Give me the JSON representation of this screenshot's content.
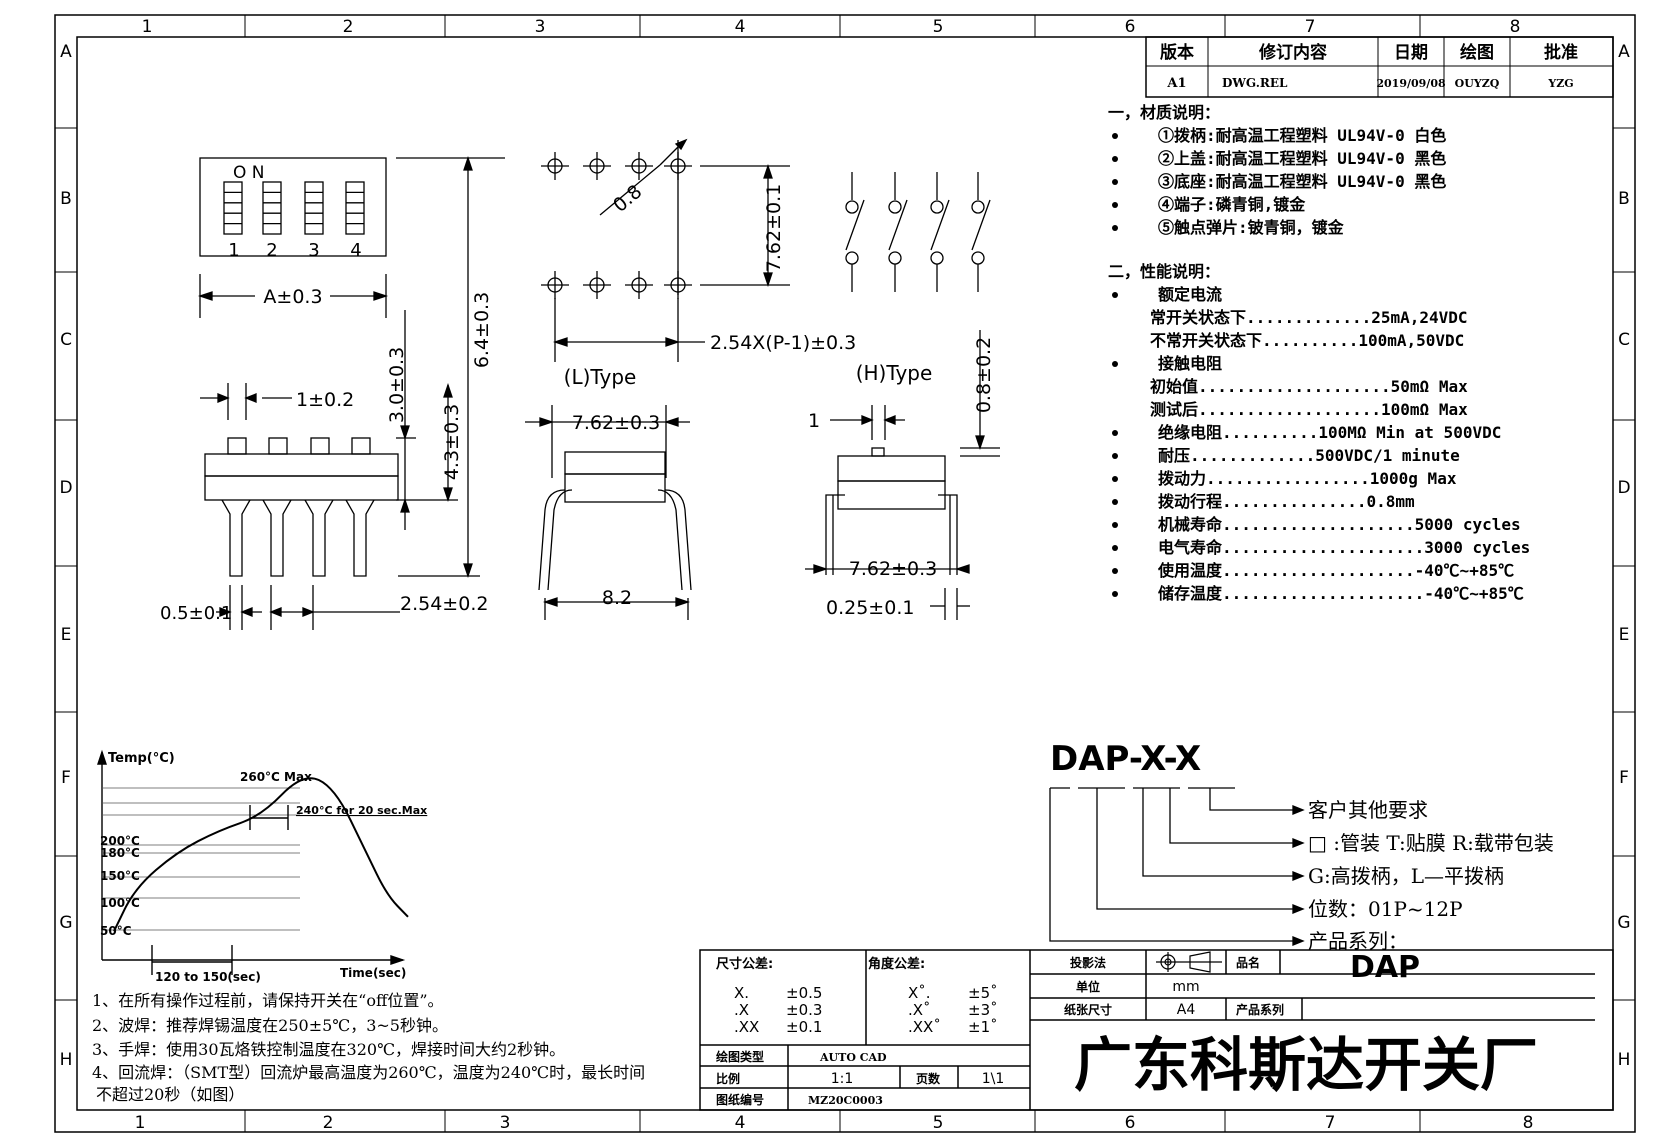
{
  "frame": {
    "columns": [
      "1",
      "2",
      "3",
      "4",
      "5",
      "6",
      "7",
      "8"
    ],
    "rows": [
      "A",
      "B",
      "C",
      "D",
      "E",
      "F",
      "G",
      "H"
    ]
  },
  "revision_table": {
    "headers": [
      "版本",
      "修订内容",
      "日期",
      "绘图",
      "批准"
    ],
    "row": [
      "A1",
      "DWG.REL",
      "2019/09/08",
      "OUYZQ",
      "YZG"
    ]
  },
  "materials": {
    "heading": "一，材质说明：",
    "items": [
      "①拨柄:耐高温工程塑料 UL94V-0 白色",
      "②上盖:耐高温工程塑料 UL94V-0 黑色",
      "③底座:耐高温工程塑料 UL94V-0 黑色",
      "④端子:磷青铜,镀金",
      "⑤触点弹片:铍青铜，镀金"
    ]
  },
  "performance": {
    "heading": "二，性能说明：",
    "lines": [
      {
        "bullet": true,
        "text": "额定电流"
      },
      {
        "bullet": false,
        "text": "常开关状态下.............25mA,24VDC"
      },
      {
        "bullet": false,
        "text": "不常开关状态下..........100mA,50VDC"
      },
      {
        "bullet": true,
        "text": "接触电阻"
      },
      {
        "bullet": false,
        "text": "初始值....................50mΩ Max"
      },
      {
        "bullet": false,
        "text": "测试后...................100mΩ Max"
      },
      {
        "bullet": true,
        "text": "绝缘电阻..........100MΩ Min at 500VDC"
      },
      {
        "bullet": true,
        "text": "耐压.............500VDC/1 minute"
      },
      {
        "bullet": true,
        "text": "拨动力.................1000g Max"
      },
      {
        "bullet": true,
        "text": "拨动行程...............0.8mm"
      },
      {
        "bullet": true,
        "text": "机械寿命....................5000 cycles"
      },
      {
        "bullet": true,
        "text": "电气寿命.....................3000 cycles"
      },
      {
        "bullet": true,
        "text": "使用温度....................-40℃~+85℃"
      },
      {
        "bullet": true,
        "text": "储存温度.....................-40℃~+85℃"
      }
    ]
  },
  "top_view": {
    "on_label": "O N",
    "positions": [
      "1",
      "2",
      "3",
      "4"
    ],
    "dim_a": "A±0.3"
  },
  "pitch_view": {
    "hole_dia": "0.8",
    "row_span": "7.62±0.1",
    "pitch": "2.54X(P-1)±0.3"
  },
  "side_view": {
    "pin_pitch_w": "1±0.2",
    "h1": "3.0±0.3",
    "h2": "4.3±0.3",
    "h3": "6.4±0.3",
    "pin_width": "0.5±0.1",
    "pin_pitch": "2.54±0.2"
  },
  "l_type": {
    "title": "(L)Type",
    "width": "7.62±0.3",
    "spread": "8.2"
  },
  "h_type": {
    "title": "(H)Type",
    "actuator": "1",
    "height": "0.8±0.2",
    "width": "7.62±0.3",
    "thickness": "0.25±0.1"
  },
  "part_code": {
    "code": "DAP-X-X",
    "options": [
      "客户其他要求",
      "□ :管装  T:贴膜   R:载带包装",
      "G:高拨柄，L—平拨柄",
      "位数：01P~12P",
      "产品系列："
    ]
  },
  "reflow_chart": {
    "ylabel": "Temp(°C)",
    "xlabel": "Time(sec)",
    "peak_label": "260°C Max",
    "hold_label": "240°C for 20 sec.Max",
    "ticks": [
      "200°C",
      "180°C",
      "150°C",
      "100°C",
      "50°C"
    ],
    "preheat": "120 to 150(sec)"
  },
  "chart_data": {
    "type": "line",
    "title": "",
    "xlabel": "Time(sec)",
    "ylabel": "Temp(°C)",
    "series": [
      {
        "name": "",
        "x": [
          0,
          20,
          60,
          100,
          140,
          180,
          210,
          240,
          260,
          280
        ],
        "y": [
          40,
          100,
          150,
          180,
          200,
          260,
          240,
          150,
          90,
          60
        ]
      }
    ]
  },
  "notes": [
    "1、在所有操作过程前，请保持开关在“off位置”。",
    "2、波焊：推荐焊锡温度在250±5℃，3~5秒钟。",
    "3、手焊：使用30瓦烙铁控制温度在320℃，焊接时间大约2秒钟。",
    "4、回流焊：（SMT型）回流炉最高温度为260℃，温度为240℃时，最长时间",
    "不超过20秒（如图）"
  ],
  "title_block": {
    "size_tol_label": "尺寸公差:",
    "size_tol": [
      [
        "X.",
        "±0.5"
      ],
      [
        ".X",
        "±0.3"
      ],
      [
        ".XX",
        "±0.1"
      ]
    ],
    "angle_tol_label": "角度公差:",
    "angle_tol": [
      [
        "X˚.",
        "±5˚"
      ],
      [
        ".X˚",
        "±3˚"
      ],
      [
        ".XX˚",
        "±1˚"
      ]
    ],
    "projection_label": "投影法",
    "unit_label": "单位",
    "unit": "mm",
    "paper_label": "纸张尺寸",
    "paper": "A4",
    "product_name_label": "品名",
    "product_name": "DAP",
    "series_label": "产品系列",
    "software_label": "绘图类型",
    "software": "AUTO CAD",
    "scale_label": "比例",
    "scale": "1:1",
    "page_label": "页数",
    "page": "1\\1",
    "drawing_no_label": "图纸编号",
    "drawing_no": "MZ20C0003",
    "company": "广东科斯达开关厂"
  }
}
